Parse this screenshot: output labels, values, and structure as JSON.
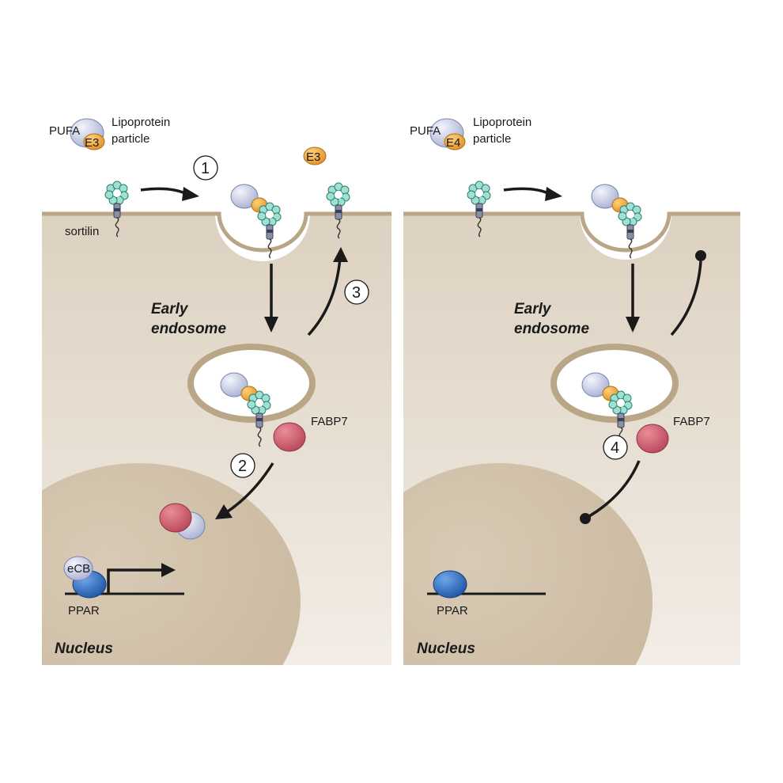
{
  "left_panel": {
    "legend_pufa": "PUFA",
    "legend_apoe": "E3",
    "legend_particle_line1": "Lipoprotein",
    "legend_particle_line2": "particle",
    "free_apoe": "E3",
    "receptor_label": "sortilin",
    "endosome_line1": "Early",
    "endosome_line2": "endosome",
    "fabp_label": "FABP7",
    "complex_label": "eCB",
    "ppar_label": "PPAR",
    "nucleus_label": "Nucleus",
    "steps": [
      "1",
      "2",
      "3"
    ]
  },
  "right_panel": {
    "legend_pufa": "PUFA",
    "legend_apoe": "E4",
    "legend_particle_line1": "Lipoprotein",
    "legend_particle_line2": "particle",
    "endosome_line1": "Early",
    "endosome_line2": "endosome",
    "fabp_label": "FABP7",
    "ppar_label": "PPAR",
    "nucleus_label": "Nucleus",
    "steps": [
      "4"
    ]
  },
  "colors": {
    "cytoplasm": "#e6dccf",
    "nucleus": "#d3c4ae",
    "membrane": "#b8a687",
    "lipid_particle": "#c9cfe6",
    "apoe": "#f0a83a",
    "sortilin": "#8fd8c8",
    "fabp7": "#c85a6a",
    "ppar": "#2f6fc0",
    "arrow": "#1a1a1a"
  }
}
